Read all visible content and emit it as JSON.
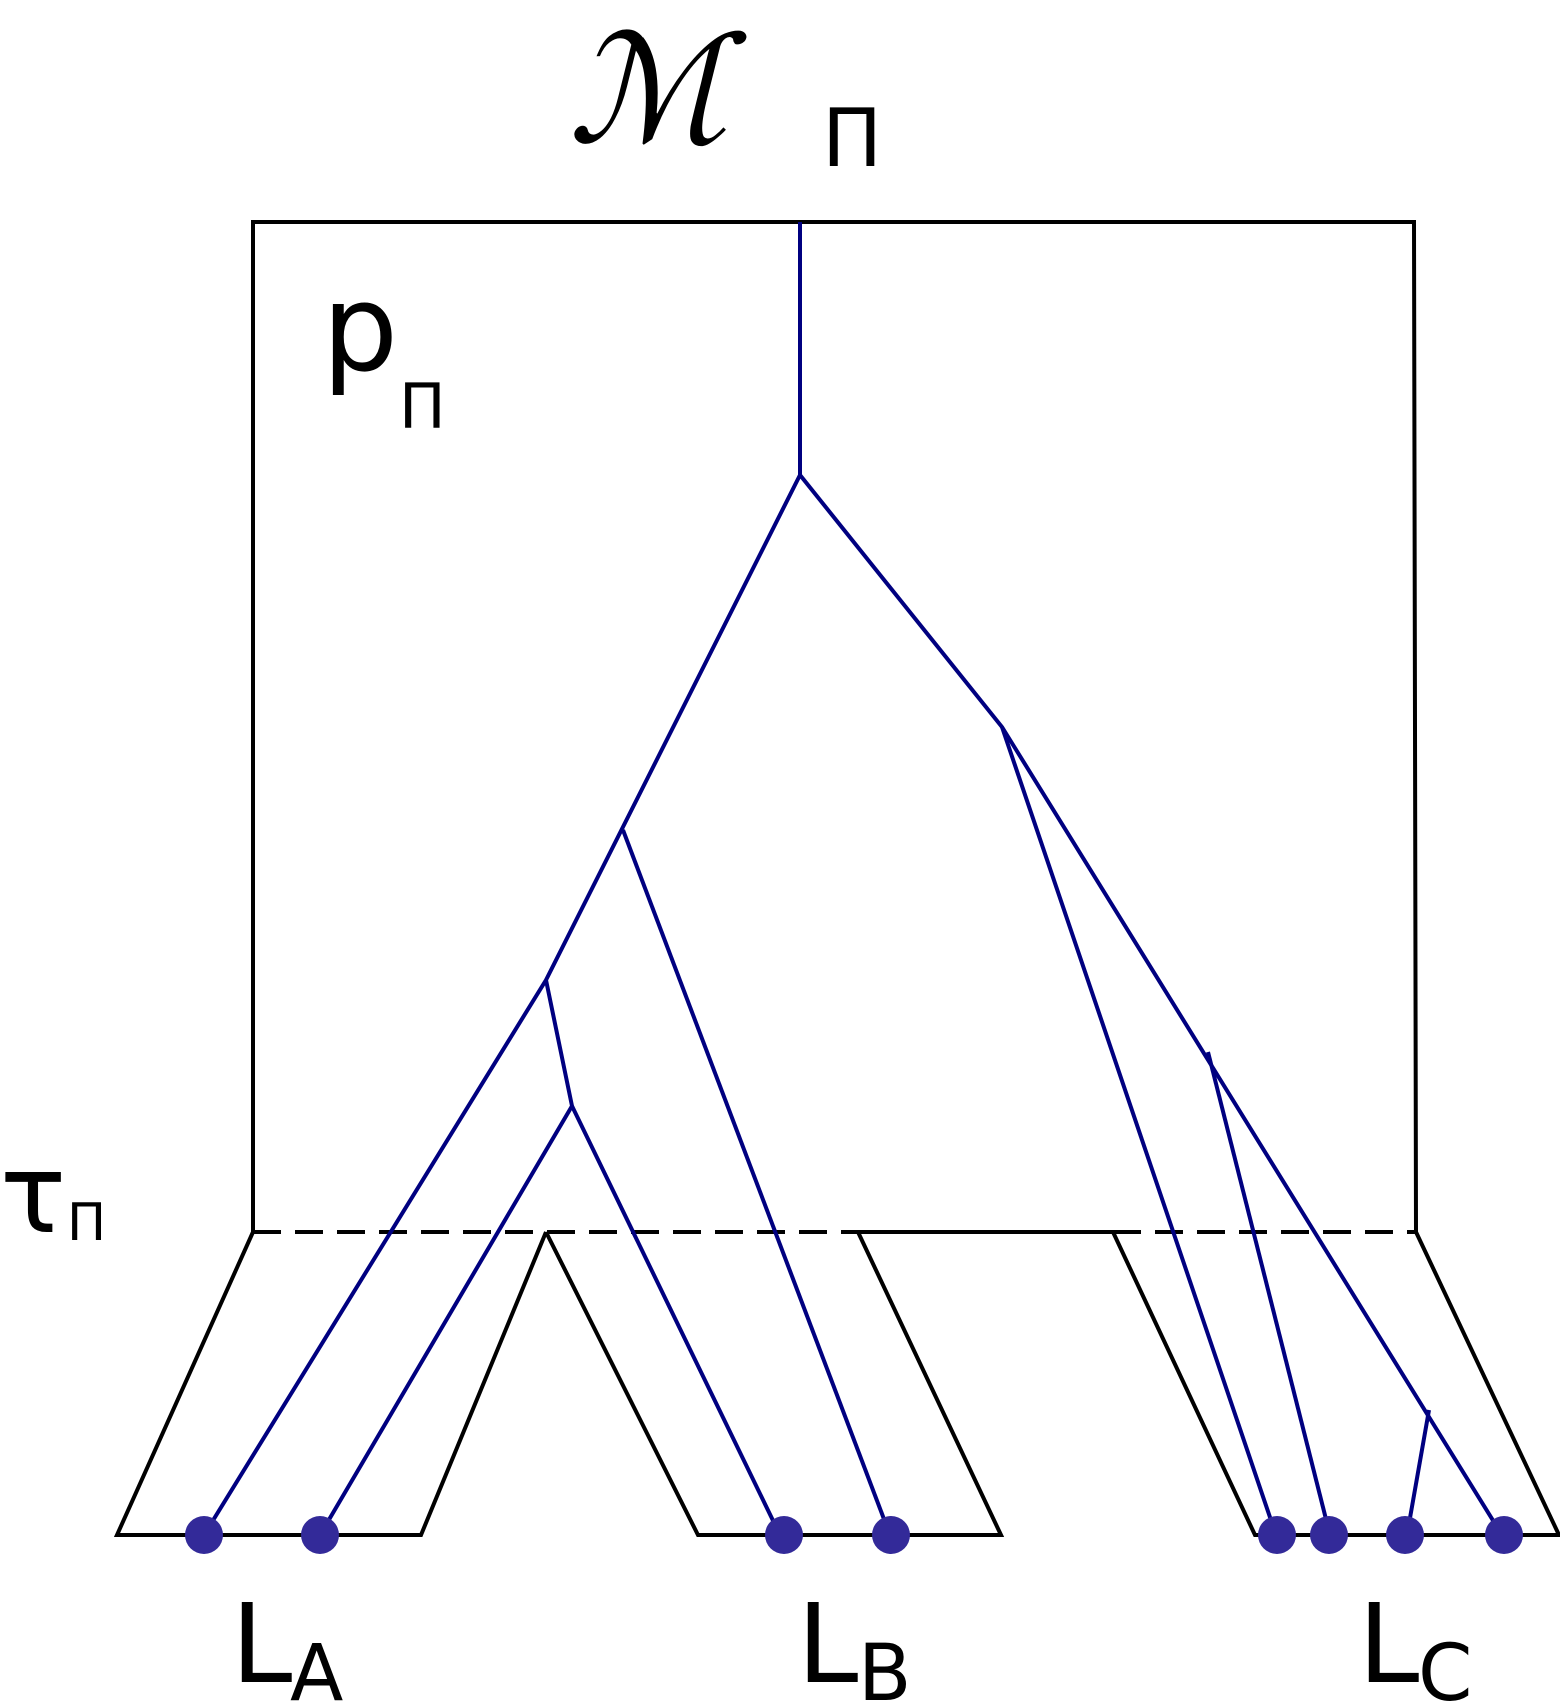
{
  "labels": {
    "model_symbol": "ℳ",
    "model_subscript": "Π",
    "p_symbol": "p",
    "p_subscript": "Π",
    "tau_symbol": "τ",
    "tau_subscript": "Π",
    "leaf_groups": [
      {
        "main": "L",
        "sub": "A"
      },
      {
        "main": "L",
        "sub": "B"
      },
      {
        "main": "L",
        "sub": "C"
      }
    ]
  },
  "colors": {
    "species_tree": "#000000",
    "gene_tree": "#000080",
    "leaf_dot": "#332a99"
  },
  "icons": {
    "leaf_dot": "filled-circle"
  }
}
